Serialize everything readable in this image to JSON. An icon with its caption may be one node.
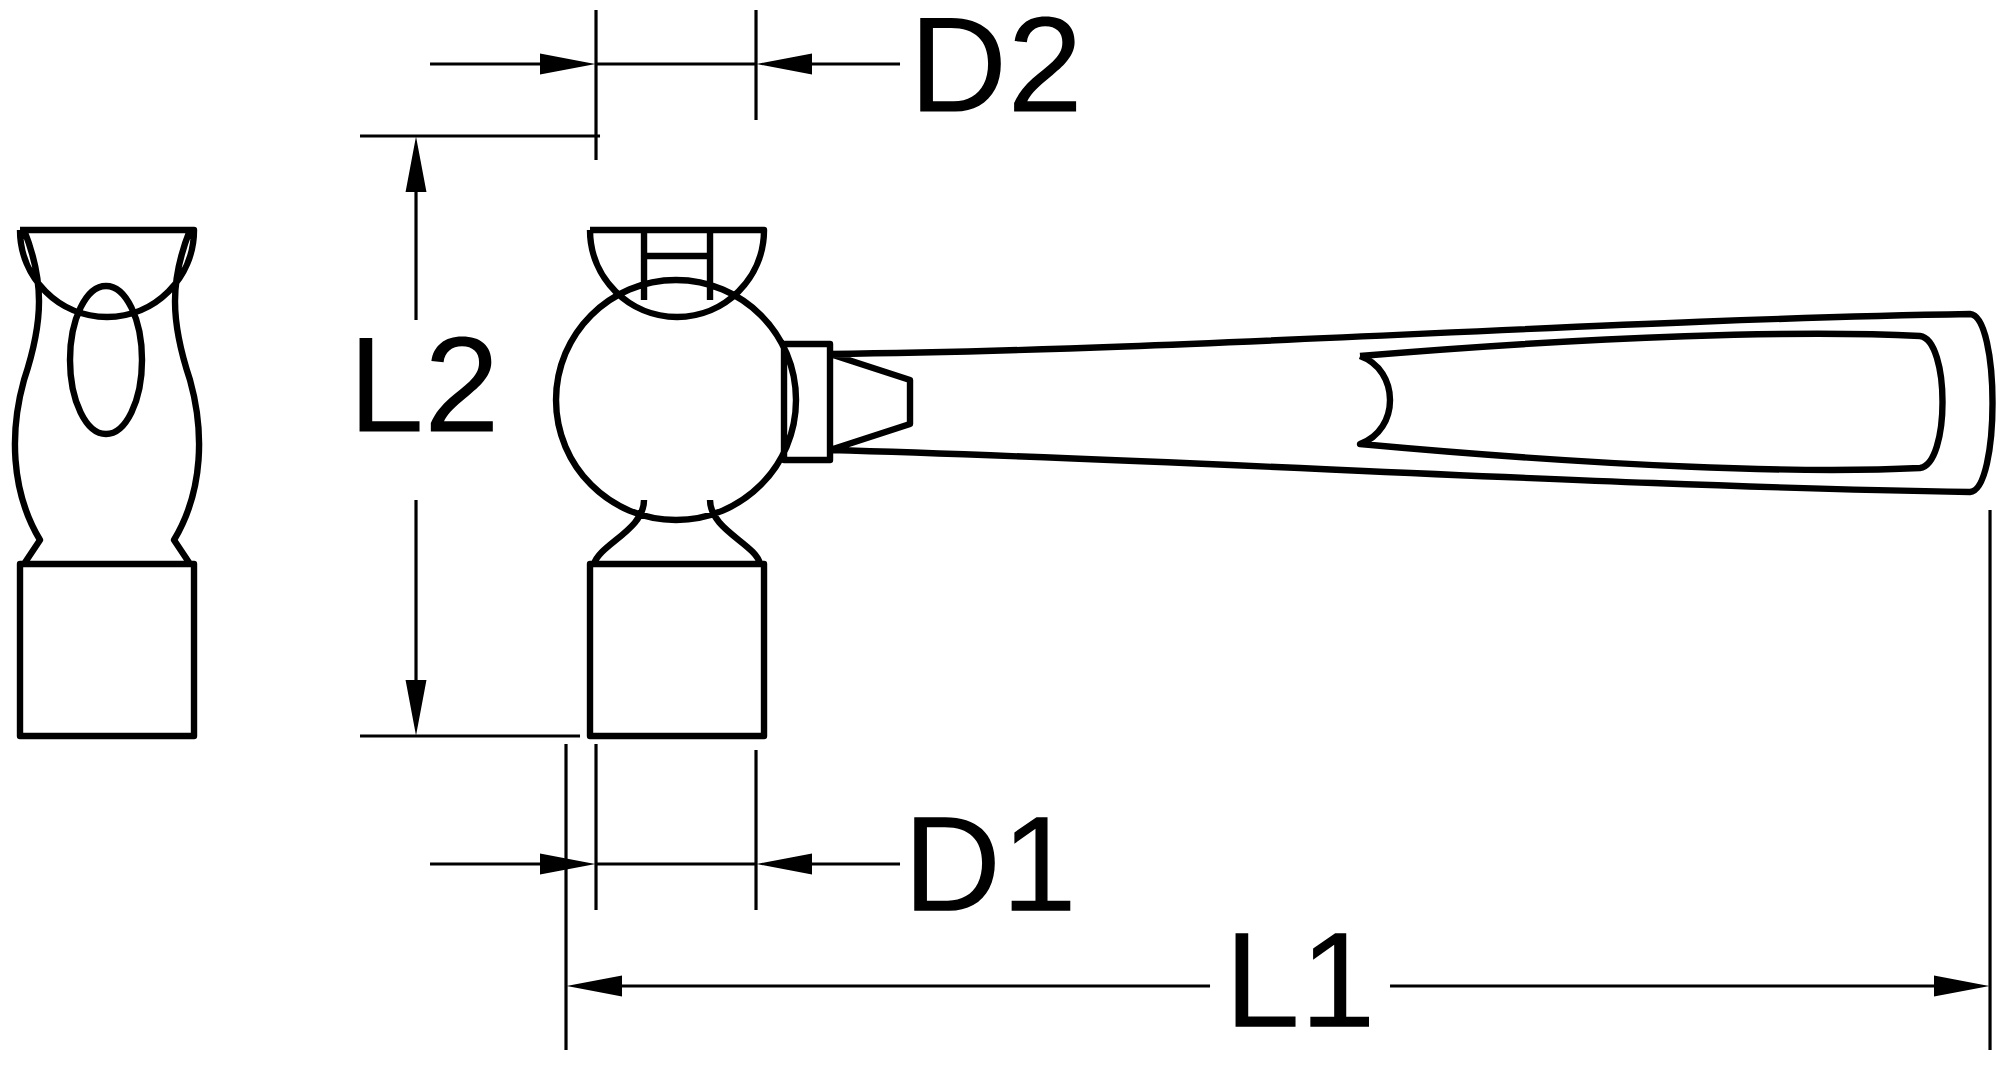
{
  "diagram": {
    "labels": [
      "D2",
      "L2",
      "D1",
      "L1"
    ]
  }
}
